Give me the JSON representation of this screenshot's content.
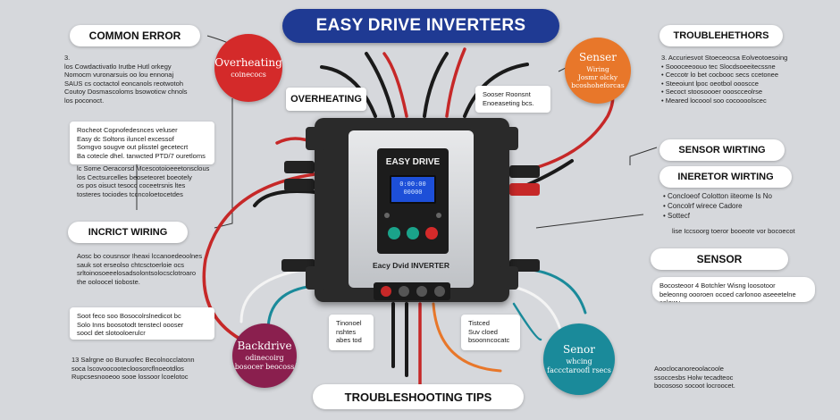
{
  "title": "EASY DRIVE INVERTERS",
  "left": {
    "common_error_label": "COMMON ERROR",
    "common_error_text": "3.\nlos Cowdactivatlo Irutbe Hutl orkegy\nNomocm vuronarsuis oo lou ennonaj\nSAUS cs coctactol eoncanols reotwotoh\nCoutoy Dosmascoloms bsowoticw chnols\nlos poconoct.",
    "box1_text": "Rocheot Copnofedesnces veluser\nEasy dc Soltons iluncel excessof\nSomgvo sougve out plisstel gecetecrt\nBa cotecle dhel. tanwcted PTD/7 ouretloms",
    "note1_text": "lc Some Oeracorsd Mcescotoioeeetonsclous\nlos Cectsurcelles beoseteoret boeotely\nos pos oisuct tesocc coceetrsnis ltes\ntosteres tociodes tccncoloetocetdes",
    "incorrect_wiring_label": "INCRICT WIRING",
    "wiring_text": "Aosc bo cousnsor Iheaxi lccanoedeoolnes\nsauk sot erseolso chtcsctoerloie ocs\nsrltoinosoeeelosadsolontsolocsclotroaro\nthe ooloocel tioboste.",
    "box2_text": "Soot feco soo Bosocolrslnedicot bc\nSolo Inns boosotodt tenstecl oooser\nsoocl det slotooloerulcr",
    "bottom_text": "13   Salrgne oo Bunuofec Becolnocclatonn\nsoca lscovoocootecloosorcflnoeotdlos\nRupcsesnooeoo sooe lossoor lcoelotoc"
  },
  "circles": {
    "overheating": {
      "title": "Overheating",
      "sub": "coinecocs",
      "color": "#d42a2a"
    },
    "sensor_top": {
      "title": "Senser",
      "sub": "Wiring\nJosmr olcky\nbcoshoheforcas",
      "color": "#e8772a"
    },
    "backdrive": {
      "title": "Backdrive",
      "sub": "odinecoirg\nbosocer beocoss",
      "color": "#8a1f4e"
    },
    "sensor_bottom": {
      "title": "Senor",
      "sub": "whcing\nfaccctaroofl rsecs",
      "color": "#1a8a9a"
    }
  },
  "center": {
    "overheating_label": "OVERHEATING",
    "callout_top": "Sooser Roonsnt\nEnoeaseting bcs.",
    "inverter_name": "EASY DRIVE",
    "inverter_model": "Eacy Dvid INVERTER",
    "display_readout": "0:00:00\n00000",
    "callout_left": "Tinonoel\nnshtes\nabes tod",
    "callout_right": "Tistced\nSuv cloed\nbsoonncocatc",
    "troubleshooting_label": "TROUBLESHOOTING TIPS"
  },
  "right": {
    "trouble_label": "TROUBLEHETHORS",
    "trouble_list": "3.  Accuriesvot Stoeceocsa Eolveotoesoing\n•   Soooceeoouo tec Slocdsoeeitecssne\n•   Ceccotr lo bet cocbooc secs ccetonee\n•   Steeoiunt lpoc oeotbol oooscce\n•   Secoct stoosoooer oooscceolrse\n•   Meared locoool soo cocoooolscec",
    "sensor_wiring_label": "SENSOR WIRTING",
    "inverter_wiring_label": "INERETOR WIRTING",
    "inverter_wiring_text": "•  Concloeof Colotton iiteome Is No\n•  Concolrf wirece Cadore\n•  Sottecf",
    "inverter_wiring_note": "lise Iccsoorg toeror booeote vor bocoecot",
    "sensor_label": "SENSOR",
    "sensor_box_text": "Bocosteoor 4 Botchler Wisng loosotoor\nbeleonng oooroen ocoed carlonoo aseeetelne salowy",
    "bottom_text": "Aooclocanoreoolacoole\nssoccesbs Holw tecadteoc\nbocososo socoot locroocet."
  },
  "colors": {
    "background": "#d6d8dc",
    "title_bg": "#1f3a93",
    "wire_red": "#c62828",
    "wire_black": "#1a1a1a",
    "wire_teal": "#1a8a9a",
    "wire_orange": "#e8772a",
    "screen_blue": "#1d4fd8"
  }
}
